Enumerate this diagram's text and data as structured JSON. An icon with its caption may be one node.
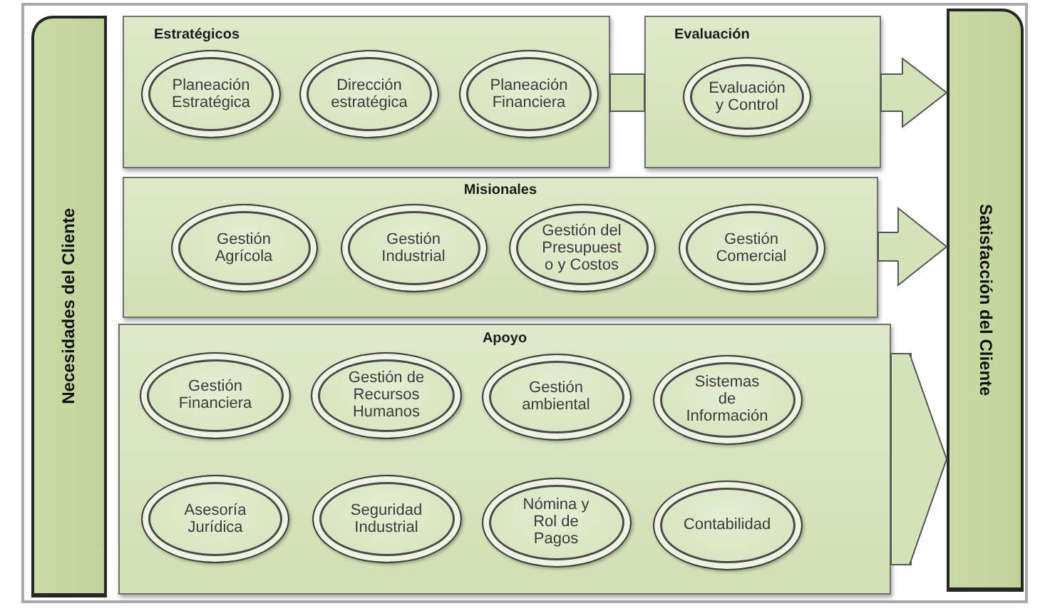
{
  "diagram": {
    "nodes": [
      {
        "text": [
          "Necesidades del Cliente"
        ]
      },
      {
        "text": [
          "Estratégicos"
        ]
      },
      {
        "text": [
          "Planeación Estratégica"
        ],
        "in": 1
      },
      {
        "text": [
          "Dirección estratégica"
        ],
        "in": 1
      },
      {
        "text": [
          "Planeación Financiera"
        ],
        "in": 1
      },
      {
        "text": [
          "Evaluación"
        ]
      },
      {
        "text": [
          "Evaluación y Control"
        ],
        "in": 5
      },
      {
        "text": [
          "Misionales"
        ]
      },
      {
        "text": [
          "Gestión Agrícola"
        ],
        "in": 7
      },
      {
        "text": [
          "Gestión Industrial"
        ],
        "in": 7
      },
      {
        "text": [
          "Gestión del Presupuest o y Costos"
        ],
        "in": 7
      },
      {
        "text": [
          "Gestión Comercial"
        ],
        "in": 7
      },
      {
        "text": [
          "Apoyo"
        ]
      },
      {
        "text": [
          "Gestión Financiera"
        ],
        "in": 12
      },
      {
        "text": [
          "Gestión de Recursos Humanos"
        ],
        "in": 12
      },
      {
        "text": [
          "Gestión ambiental"
        ],
        "in": 12
      },
      {
        "text": [
          "Sistemas de Información"
        ],
        "in": 12
      },
      {
        "text": [
          "Asesoría Jurídica"
        ],
        "in": 12
      },
      {
        "text": [
          "Seguridad Industrial"
        ],
        "in": 12
      },
      {
        "text": [
          "Nómina y Rol de Pagos"
        ],
        "in": 12
      },
      {
        "text": [
          "Contabilidad"
        ],
        "in": 12
      },
      {
        "text": [
          "Satisfacción del Cliente"
        ]
      }
    ],
    "edges": [
      {
        "from": 1,
        "to": 5,
        "arrow": "none"
      },
      {
        "from": 5,
        "to": 21,
        "arrow": "to"
      },
      {
        "from": 7,
        "to": 21,
        "arrow": "to"
      },
      {
        "from": 12,
        "to": 21,
        "arrow": "to"
      }
    ]
  }
}
